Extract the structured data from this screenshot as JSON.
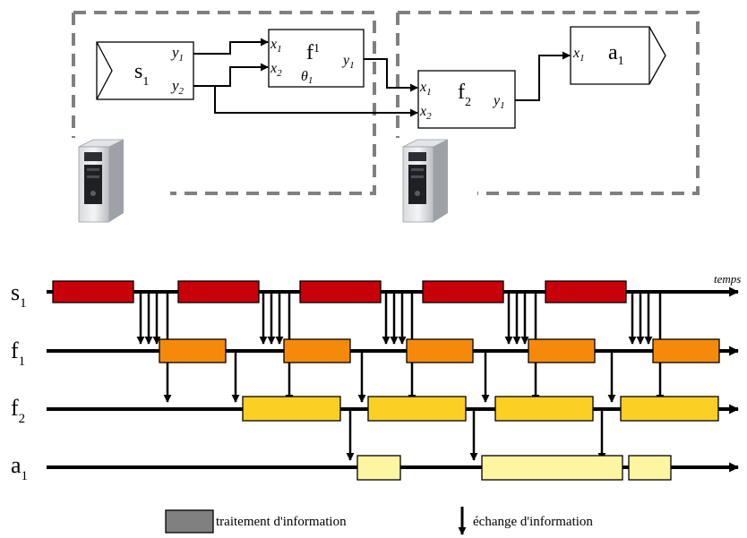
{
  "colors": {
    "s1": "#c8000a",
    "f1": "#f58a0a",
    "f2": "#fccf25",
    "a1": "#fdf5a0",
    "processing_legend": "#808080",
    "dashed": "#808080",
    "stroke": "#000000"
  },
  "architecture": {
    "source_block": {
      "name": "s",
      "index": "1",
      "ports": [
        "y",
        "y"
      ],
      "port_indices": [
        "1",
        "2"
      ]
    },
    "f1_block": {
      "name": "f",
      "index": "1",
      "inputs": [
        "x",
        "x"
      ],
      "input_indices": [
        "1",
        "2"
      ],
      "output": "y",
      "output_index": "1",
      "param": "θ",
      "param_index": "1"
    },
    "f2_block": {
      "name": "f",
      "index": "2",
      "inputs": [
        "x",
        "x"
      ],
      "input_indices": [
        "1",
        "2"
      ],
      "output": "y",
      "output_index": "1"
    },
    "actuator_block": {
      "name": "a",
      "index": "1",
      "input": "x",
      "input_index": "1"
    },
    "icons": [
      "computer-tower-icon",
      "computer-tower-icon"
    ]
  },
  "timeline": {
    "time_label": "temps",
    "rows": [
      {
        "id": "s1",
        "name": "s",
        "index": "1"
      },
      {
        "id": "f1",
        "name": "f",
        "index": "1"
      },
      {
        "id": "f2",
        "name": "f",
        "index": "2"
      },
      {
        "id": "a1",
        "name": "a",
        "index": "1"
      }
    ]
  },
  "legend": {
    "processing": "traitement d'information",
    "exchange": "échange d'information"
  }
}
